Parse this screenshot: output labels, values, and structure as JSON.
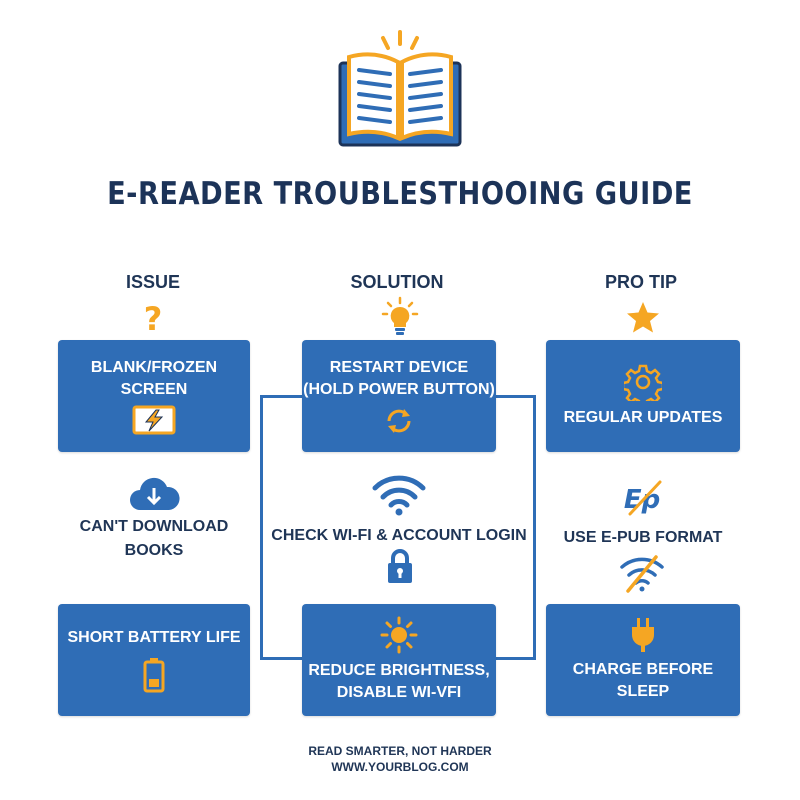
{
  "title": "E-READER TROUBLESTHOOING GUIDE",
  "columns": {
    "issue": "ISSUE",
    "solution": "SOLUTION",
    "pro_tip": "PRO TIP"
  },
  "issues": {
    "blank_screen": "BLANK/FROZEN SCREEN",
    "cant_download": "CAN'T DOWNLOAD BOOKS",
    "battery": "SHORT BATTERY LIFE"
  },
  "solutions": {
    "restart_line1": "RESTART DEVICE",
    "restart_line2": "(HOLD POWER BUTTON)",
    "wifi": "CHECK WI-FI & ACCOUNT LOGIN",
    "brightness_line1": "REDUCE BRIGHTNESS,",
    "brightness_line2": "DISABLE WI-VFI"
  },
  "tips": {
    "updates": "REGULAR UPDATES",
    "epub": "USE E-PUB FORMAT",
    "charge": "CHARGE BEFORE SLEEP"
  },
  "footer": {
    "tagline": "READ SMARTER, NOT HARDER",
    "url": "WWW.YOURBLOG.COM"
  },
  "colors": {
    "box_blue": "#2f6db6",
    "navy": "#1c3358",
    "accent_orange": "#f5a623"
  },
  "icons": [
    "open-book-icon",
    "question-mark-icon",
    "lightbulb-icon",
    "star-icon",
    "lightning-screen-icon",
    "refresh-icon",
    "gear-icon",
    "cloud-download-icon",
    "wifi-icon",
    "lock-icon",
    "epub-icon",
    "no-wifi-icon",
    "battery-icon",
    "sun-icon",
    "plug-icon"
  ]
}
